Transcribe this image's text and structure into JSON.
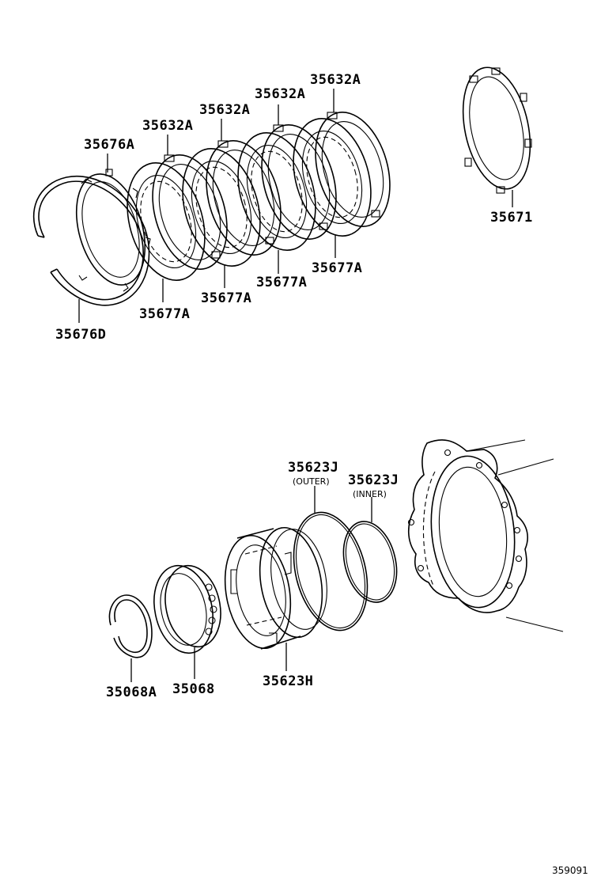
{
  "labels": {
    "p35676D": "35676D",
    "p35676A": "35676A",
    "p35632A_1": "35632A",
    "p35632A_2": "35632A",
    "p35632A_3": "35632A",
    "p35632A_4": "35632A",
    "p35677A_1": "35677A",
    "p35677A_2": "35677A",
    "p35677A_3": "35677A",
    "p35677A_4": "35677A",
    "p35671": "35671",
    "p35623J_outer": "35623J",
    "p35623J_outer_note": "(OUTER)",
    "p35623J_inner": "35623J",
    "p35623J_inner_note": "(INNER)",
    "p35068A": "35068A",
    "p35068": "35068",
    "p35623H": "35623H"
  },
  "diagram_ref": "359091"
}
